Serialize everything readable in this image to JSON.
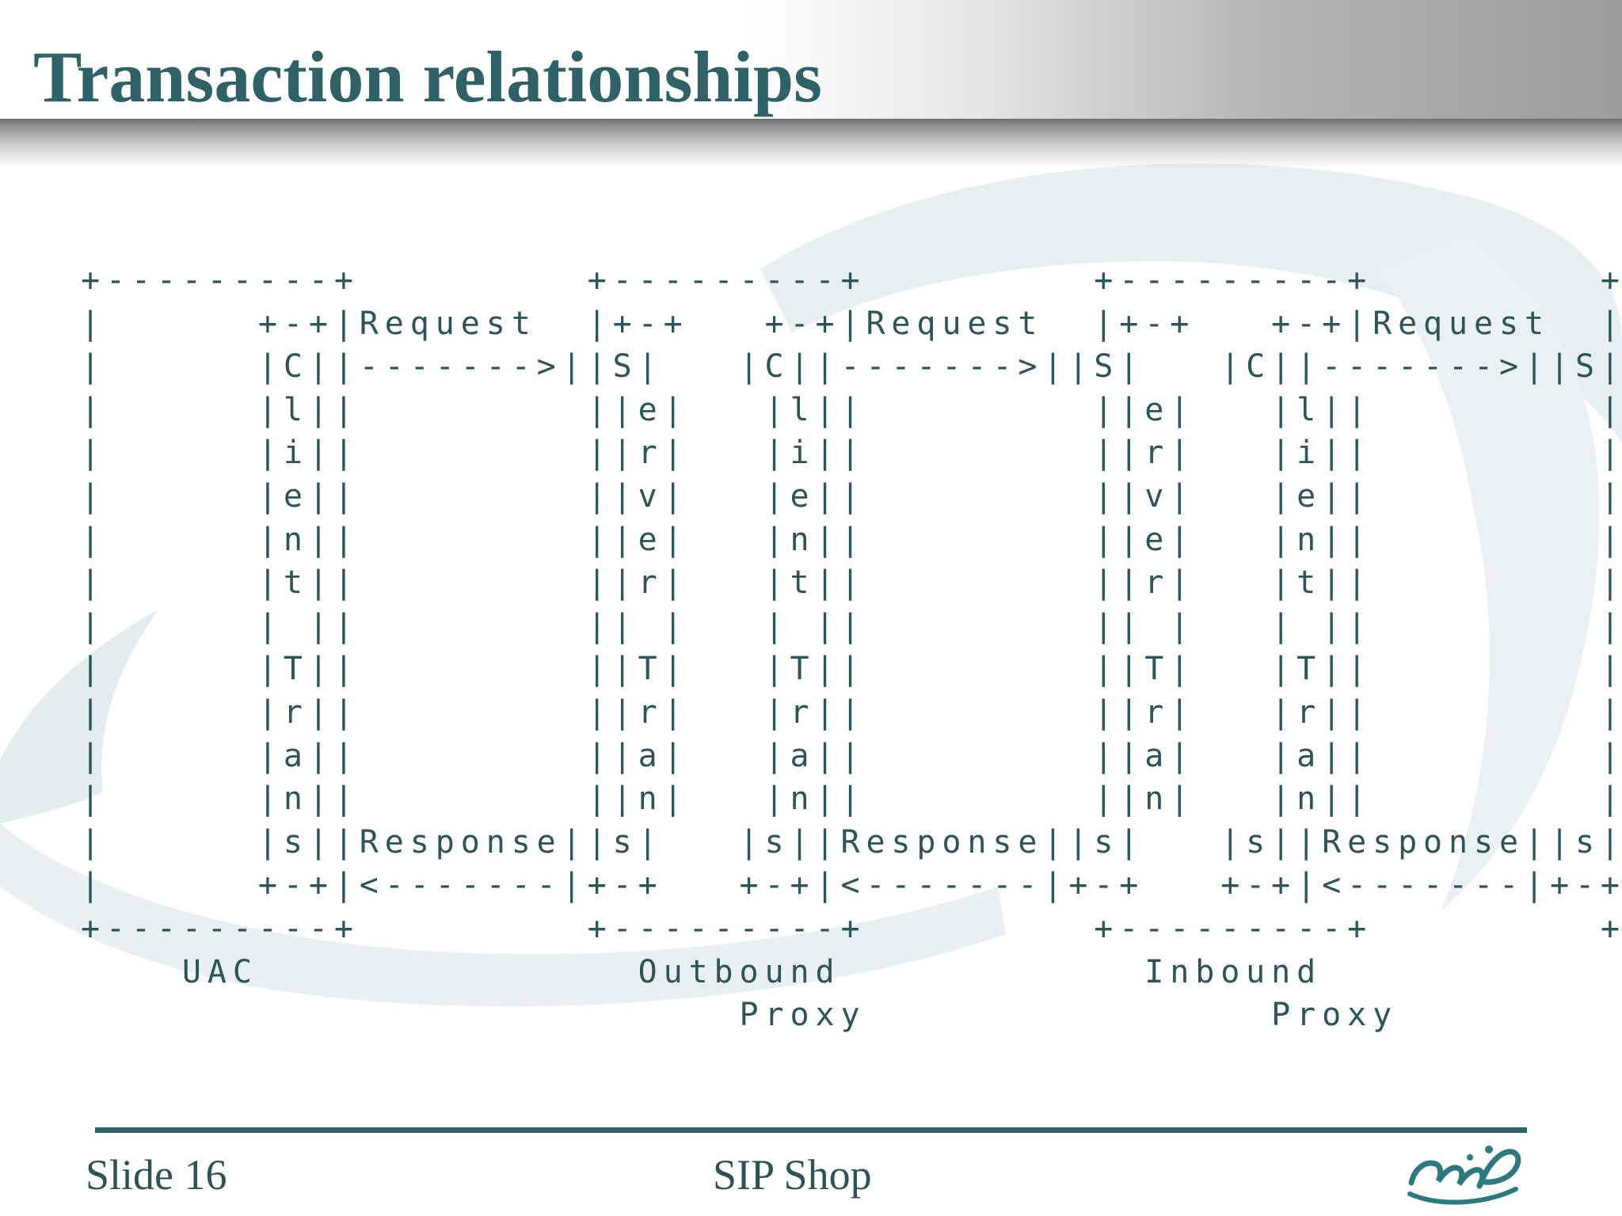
{
  "slide": {
    "title": "Transaction relationships",
    "diagram_lines": [
      "+---------+         +---------+         +---------+         +---------+",
      "|      +-+|Request  |+-+   +-+|Request  |+-+   +-+|Request  |+-+      |",
      "|      |C||------->||S|   |C||------->||S|   |C||------->||S|      |",
      "|      |l||         ||e|   |l||         ||e|   |l||         ||e|      |",
      "|      |i||         ||r|   |i||         ||r|   |i||         ||r|      |",
      "|      |e||         ||v|   |e||         ||v|   |e||         ||v|      |",
      "|      |n||         ||e|   |n||         ||e|   |n||         ||e|      |",
      "|      |t||         ||r|   |t||         ||r|   |t||         ||r|      |",
      "|      | ||         || |   | ||         || |   | ||         || |      |",
      "|      |T||         ||T|   |T||         ||T|   |T||         ||T|      |",
      "|      |r||         ||r|   |r||         ||r|   |r||         ||r|      |",
      "|      |a||         ||a|   |a||         ||a|   |a||         ||a|      |",
      "|      |n||         ||n|   |n||         ||n|   |n||         ||n|      |",
      "|      |s||Response||s|   |s||Response||s|   |s||Response||s|      |",
      "|      +-+|<-------|+-+   +-+|<-------|+-+   +-+|<-------|+-+      |",
      "+---------+         +---------+         +---------+         +---------+",
      "    UAC               Outbound            Inbound              UAS",
      "                          Proxy                Proxy"
    ],
    "footer": {
      "slide_number": "Slide 16",
      "center_text": "SIP Shop"
    }
  },
  "colors": {
    "title": "#2e6266",
    "diagram_text": "#2c5558",
    "swoosh": "#e4eef1",
    "footer_rule": "#2e6266",
    "logo": "#2c7a80"
  },
  "icons": {
    "logo": "company-logo-icon"
  }
}
